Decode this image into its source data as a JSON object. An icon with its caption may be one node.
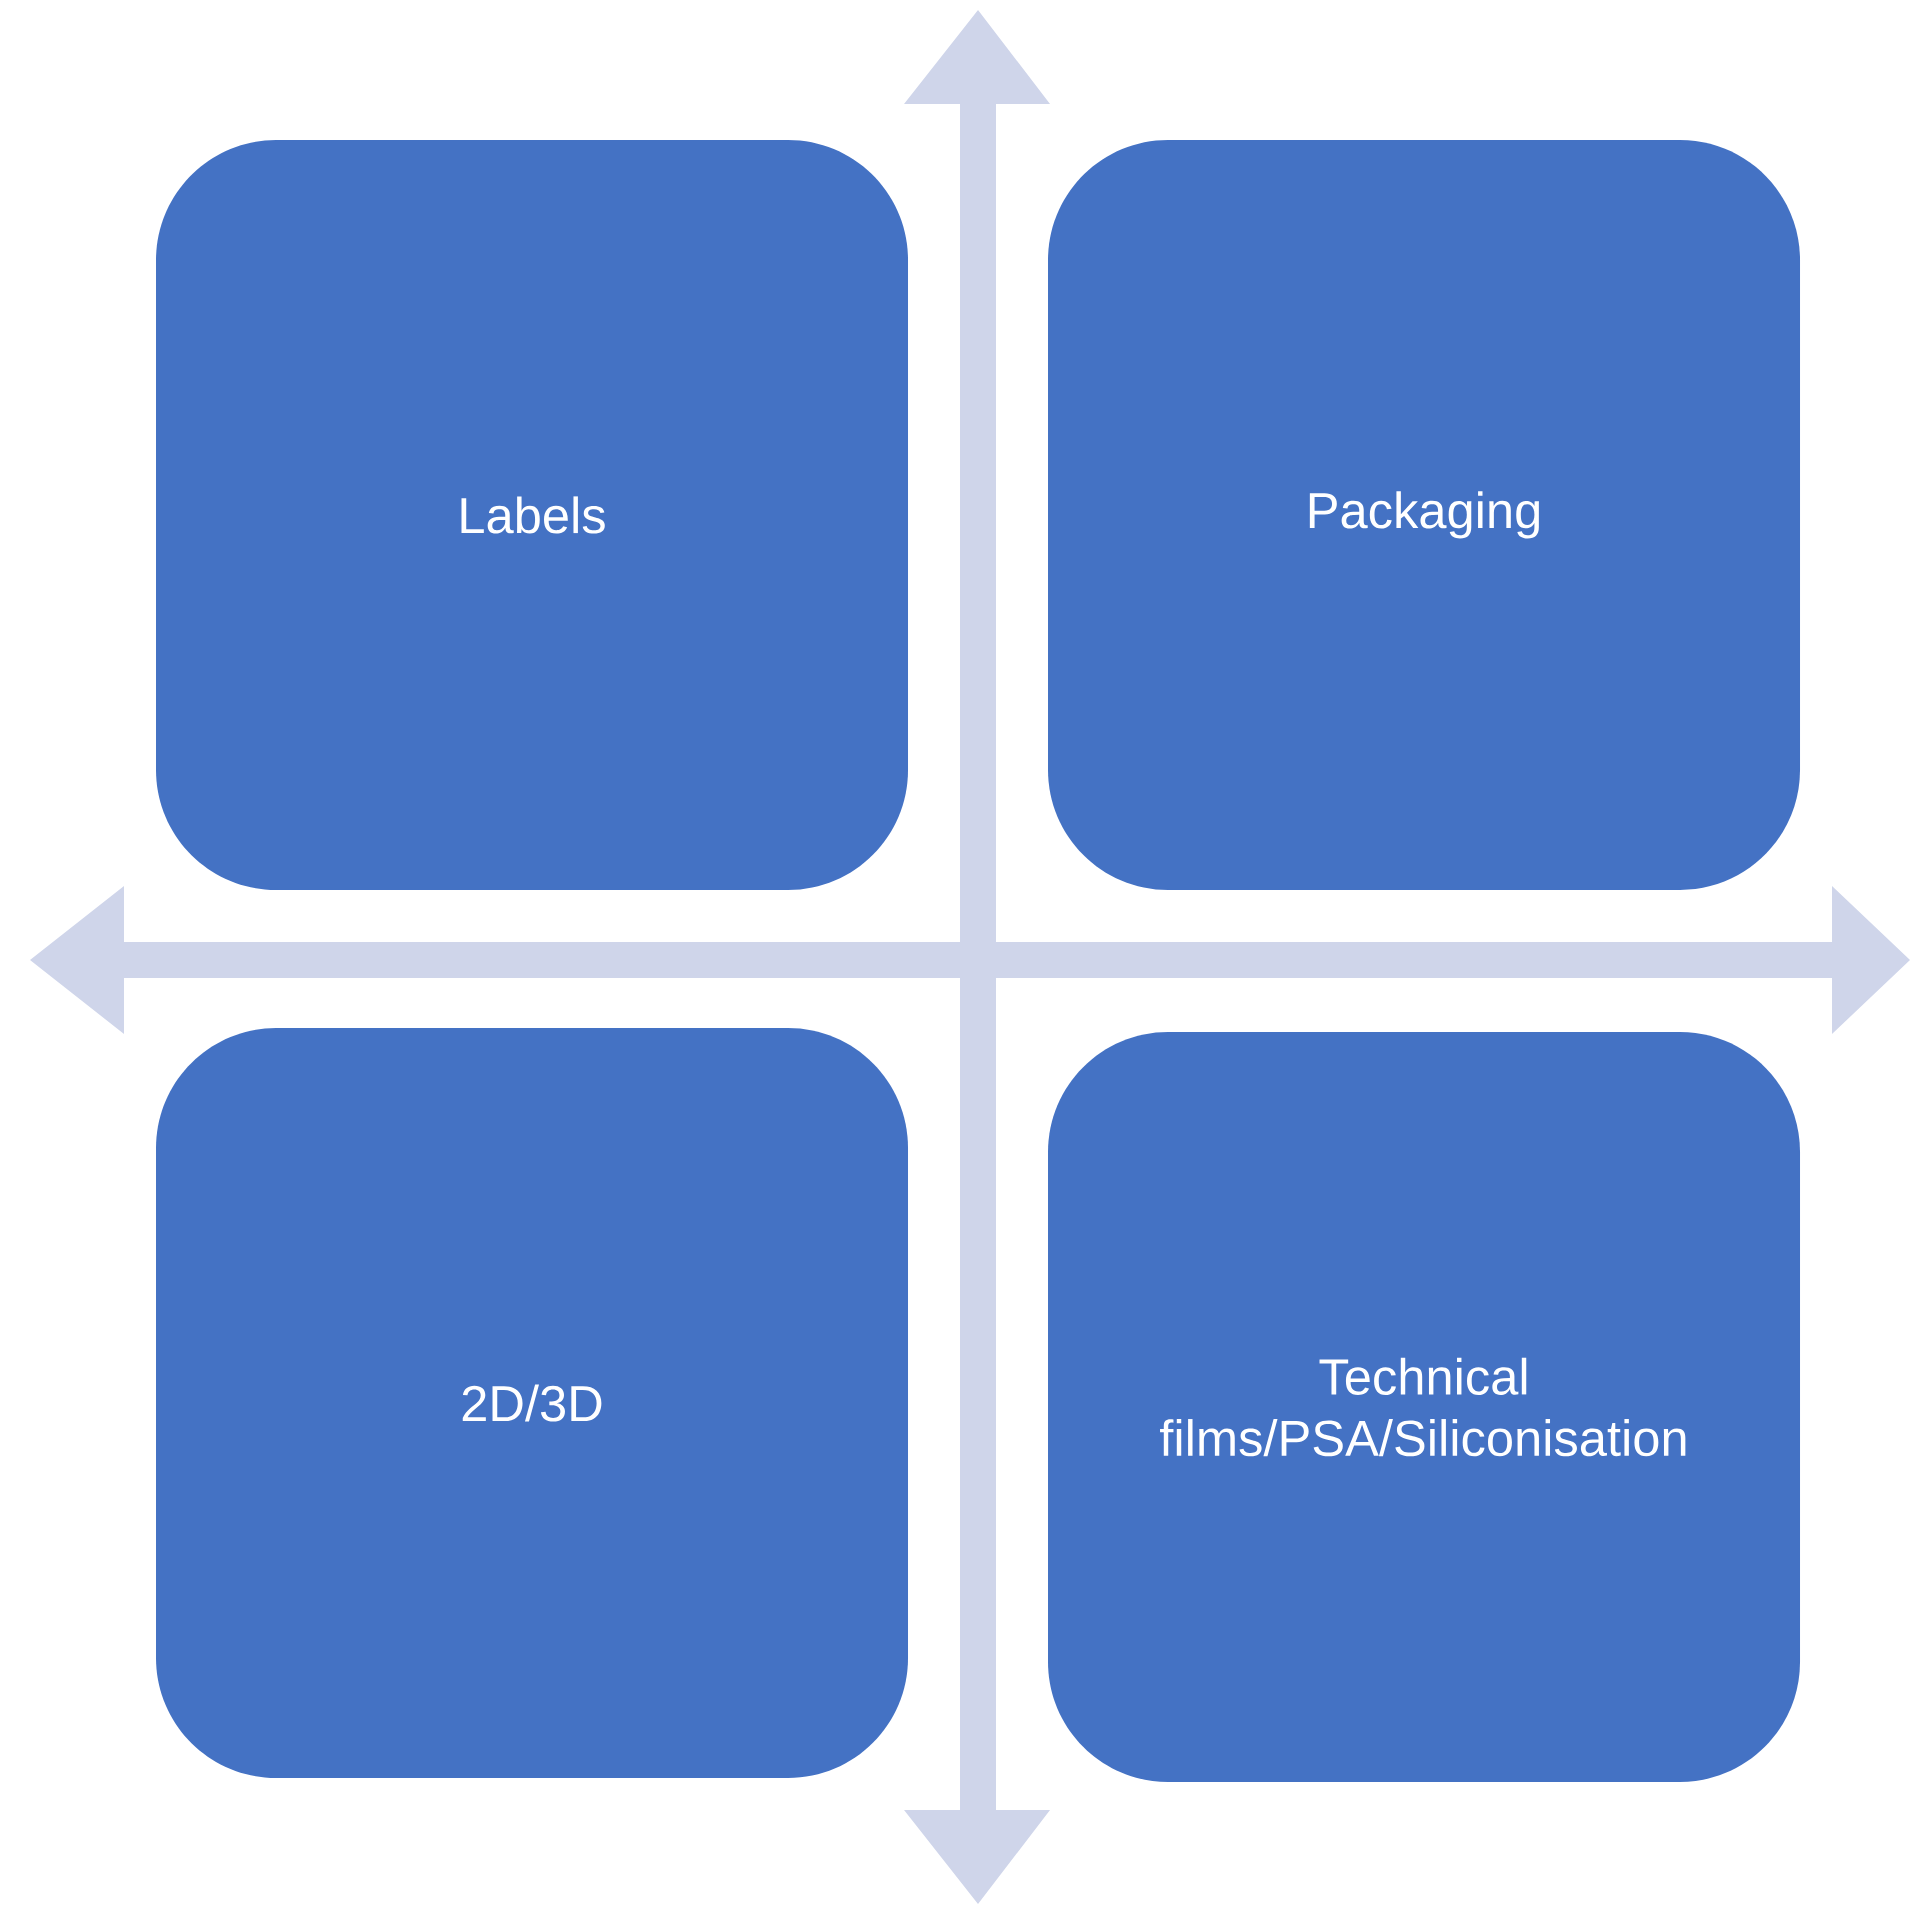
{
  "diagram": {
    "nodes": [
      {
        "text": [
          "Labels"
        ]
      },
      {
        "text": [
          "Packaging"
        ]
      },
      {
        "text": [
          "2D/3D"
        ]
      },
      {
        "text": [
          "Technical films/PSA/Siliconisation"
        ]
      }
    ]
  }
}
